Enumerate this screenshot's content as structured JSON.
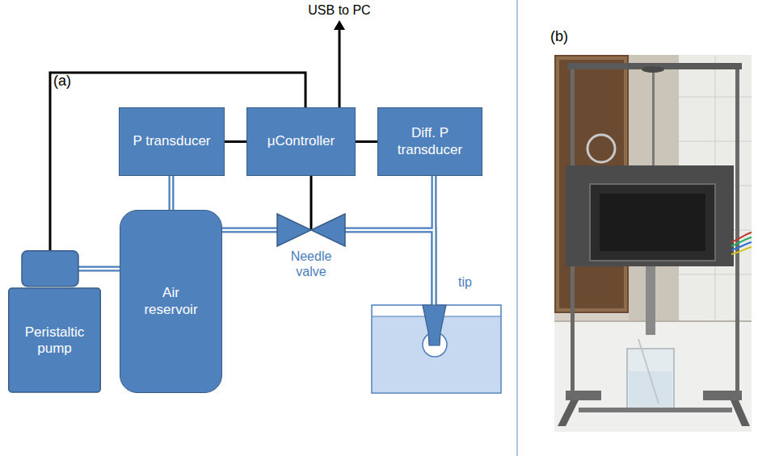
{
  "diagram": {
    "nodes": [
      {
        "text": [
          "P transducer"
        ]
      },
      {
        "text": [
          "μController"
        ]
      },
      {
        "text": [
          "Diff. P transducer"
        ]
      },
      {
        "text": [
          "Peristaltic pump"
        ]
      },
      {
        "text": [
          "Air reservoir"
        ]
      },
      {
        "text": [
          "Needle valve"
        ]
      },
      {
        "text": [
          "tip"
        ]
      }
    ],
    "edges": [
      {
        "from": 0,
        "to": 1,
        "arrow": "none"
      },
      {
        "from": 1,
        "to": 2,
        "arrow": "none"
      },
      {
        "from": 1,
        "to": 5,
        "arrow": "none"
      },
      {
        "from": 1,
        "to": 3,
        "arrow": "none"
      },
      {
        "from": 0,
        "to": 4,
        "arrow": "none"
      },
      {
        "from": 3,
        "to": 4,
        "arrow": "none"
      },
      {
        "from": 4,
        "to": 5,
        "arrow": "none"
      },
      {
        "from": 5,
        "to": 6,
        "arrow": "none"
      },
      {
        "from": 2,
        "to": 6,
        "arrow": "none"
      }
    ],
    "labels": [
      "(a)",
      "USB to PC",
      "(b)"
    ]
  }
}
